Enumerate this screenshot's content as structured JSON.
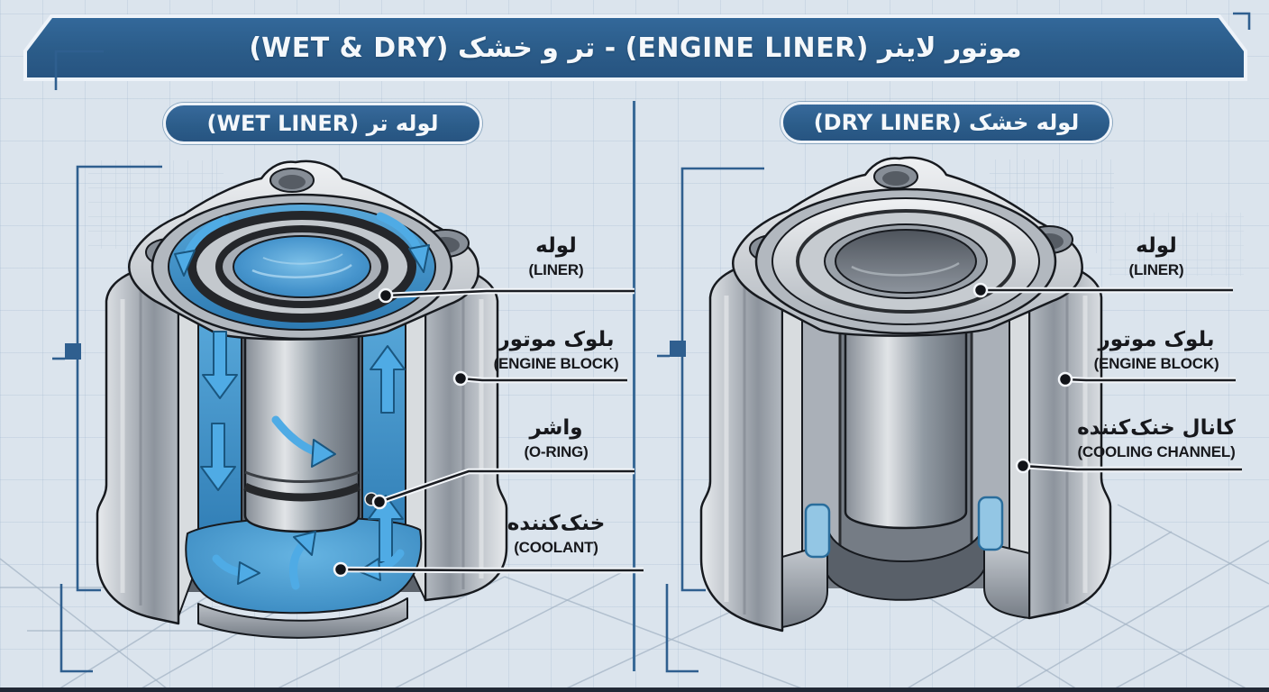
{
  "header": {
    "title": "موتور لاینر (ENGINE LINER) - تر و خشک (WET & DRY)"
  },
  "panels": {
    "wet": {
      "title": "لوله تر (WET LINER)",
      "labels": [
        {
          "fa": "لوله",
          "en": "(LINER)"
        },
        {
          "fa": "بلوک موتور",
          "en": "(ENGINE BLOCK)"
        },
        {
          "fa": "واشر",
          "en": "(O-RING)"
        },
        {
          "fa": "خنک‌کننده",
          "en": "(COOLANT)"
        }
      ]
    },
    "dry": {
      "title": "لوله خشک (DRY LINER)",
      "labels": [
        {
          "fa": "لوله",
          "en": "(LINER)"
        },
        {
          "fa": "بلوک موتور",
          "en": "(ENGINE BLOCK)"
        },
        {
          "fa": "کانال خنک‌کننده",
          "en": "(COOLING CHANNEL)"
        }
      ]
    }
  },
  "colors": {
    "banner_blue": "#2b5c89",
    "background": "#dbe4ed",
    "coolant_blue": "#4795cd",
    "arrow_blue": "#4fabe5",
    "metal_light": "#d8dcdf",
    "metal_dark": "#757c85",
    "label_text": "#17181c"
  }
}
